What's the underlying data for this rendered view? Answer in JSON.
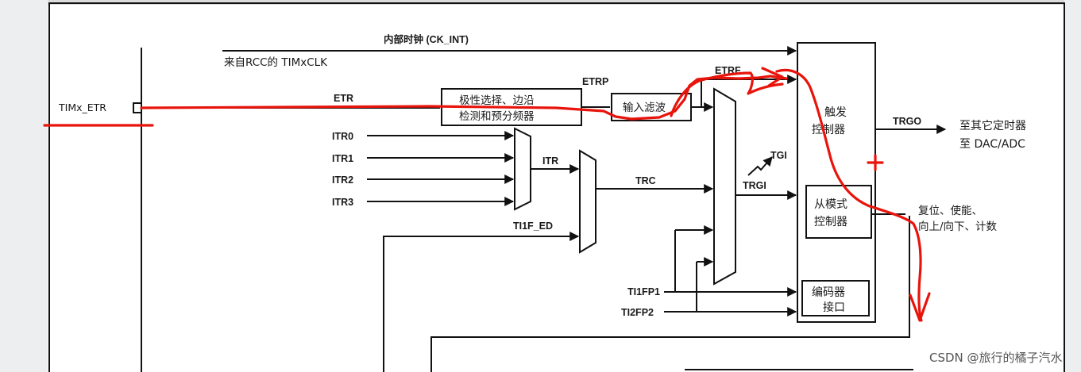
{
  "labels": {
    "ck_int": "内部时钟 (CK_INT)",
    "rcc_clk": "来自RCC的 TIMxCLK",
    "timx_etr": "TIMx_ETR",
    "etr": "ETR",
    "etrp": "ETRP",
    "etrf": "ETRF",
    "itr0": "ITR0",
    "itr1": "ITR1",
    "itr2": "ITR2",
    "itr3": "ITR3",
    "itr": "ITR",
    "trc": "TRC",
    "ti1f_ed": "TI1F_ED",
    "tgi": "TGI",
    "trgi": "TRGI",
    "trgo": "TRGO",
    "ti1fp1": "TI1FP1",
    "ti2fp2": "TI2FP2"
  },
  "blocks": {
    "polarity_line1": "极性选择、边沿",
    "polarity_line2": "检测和预分频器",
    "input_filter": "输入滤波",
    "trigger_line1": "触发",
    "trigger_line2": "控制器",
    "slave_line1": "从模式",
    "slave_line2": "控制器",
    "encoder_line1": "编码器",
    "encoder_line2": "接口"
  },
  "outputs": {
    "trgo_dest_line1": "至其它定时器",
    "trgo_dest_line2": "至 DAC/ADC",
    "slave_dest_line1": "复位、使能、",
    "slave_dest_line2": "向上/向下、计数"
  },
  "watermark": "CSDN @旅行的橘子汽水",
  "colors": {
    "annotation": "#e8140c",
    "line": "#111111"
  }
}
